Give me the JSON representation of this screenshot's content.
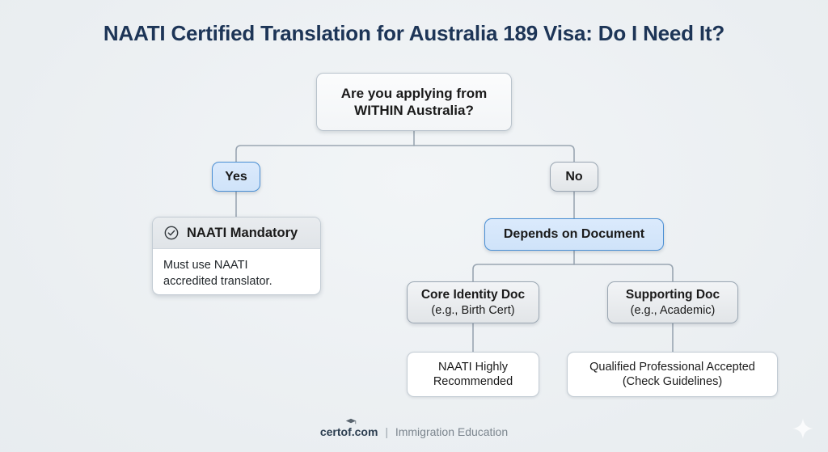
{
  "title": "NAATI Certified Translation for Australia 189 Visa: Do I Need It?",
  "flow": {
    "root": {
      "line1": "Are you applying from",
      "line2": "WITHIN Australia?"
    },
    "branch_yes": {
      "label": "Yes"
    },
    "branch_no": {
      "label": "No"
    },
    "yes_result_card": {
      "icon": "check-circle-icon",
      "header": "NAATI Mandatory",
      "body": "Must use NAATI\naccredited translator."
    },
    "depends_node": {
      "label": "Depends on Document"
    },
    "core_identity": {
      "line1": "Core Identity Doc",
      "line2": "(e.g., Birth Cert)"
    },
    "supporting_doc": {
      "line1": "Supporting Doc",
      "line2": "(e.g., Academic)"
    },
    "core_identity_outcome": {
      "line1": "NAATI Highly",
      "line2": "Recommended"
    },
    "supporting_doc_outcome": {
      "line1": "Qualified Professional Accepted",
      "line2": "(Check Guidelines)"
    }
  },
  "footer": {
    "brand": "certof.com",
    "separator": "|",
    "tagline": "Immigration Education"
  },
  "colors": {
    "title": "#1d3557",
    "accent_blue": "#4a8fd4",
    "node_blue_fill": "#d4e4fa",
    "node_gray_fill": "#e8ebee",
    "connector": "#9aa6b2",
    "background": "#eef1f4"
  }
}
